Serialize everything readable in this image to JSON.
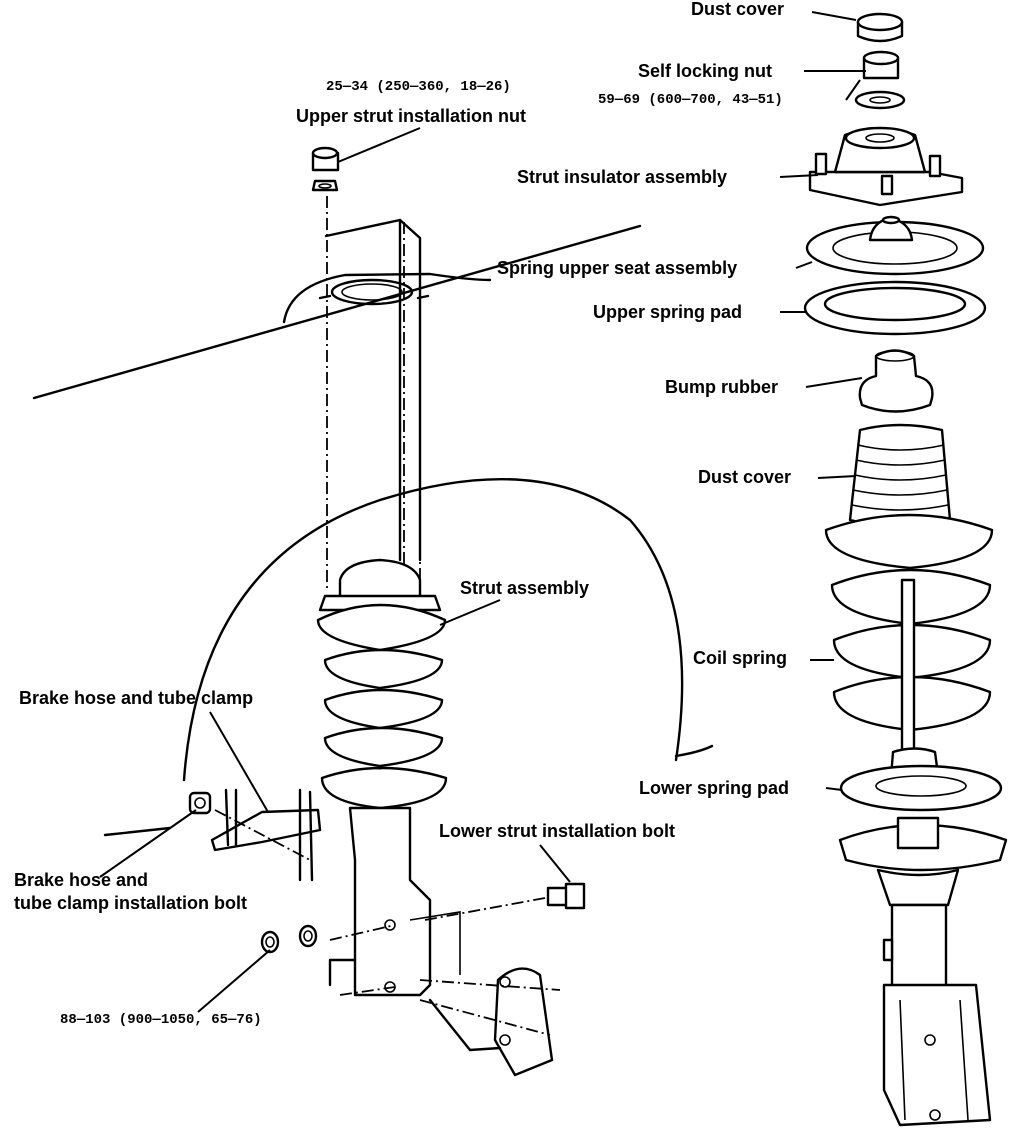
{
  "labels": {
    "dust_cover_top": "Dust cover",
    "self_locking_nut": "Self locking nut",
    "self_locking_nut_torque": "59—69 (600—700, 43—51)",
    "upper_nut_torque": "25—34 (250—360, 18—26)",
    "upper_strut_installation_nut": "Upper strut installation nut",
    "strut_insulator_assembly": "Strut insulator assembly",
    "spring_upper_seat_assembly": "Spring upper seat assembly",
    "upper_spring_pad": "Upper spring pad",
    "bump_rubber": "Bump rubber",
    "dust_cover_mid": "Dust cover",
    "strut_assembly": "Strut assembly",
    "coil_spring": "Coil spring",
    "brake_hose_tube_clamp": "Brake hose and tube clamp",
    "lower_spring_pad": "Lower spring pad",
    "lower_strut_installation_bolt": "Lower strut installation bolt",
    "brake_hose_bolt_line1": "Brake hose and",
    "brake_hose_bolt_line2": "tube clamp installation bolt",
    "lower_bolt_torque": "88—103 (900—1050, 65—76)"
  }
}
